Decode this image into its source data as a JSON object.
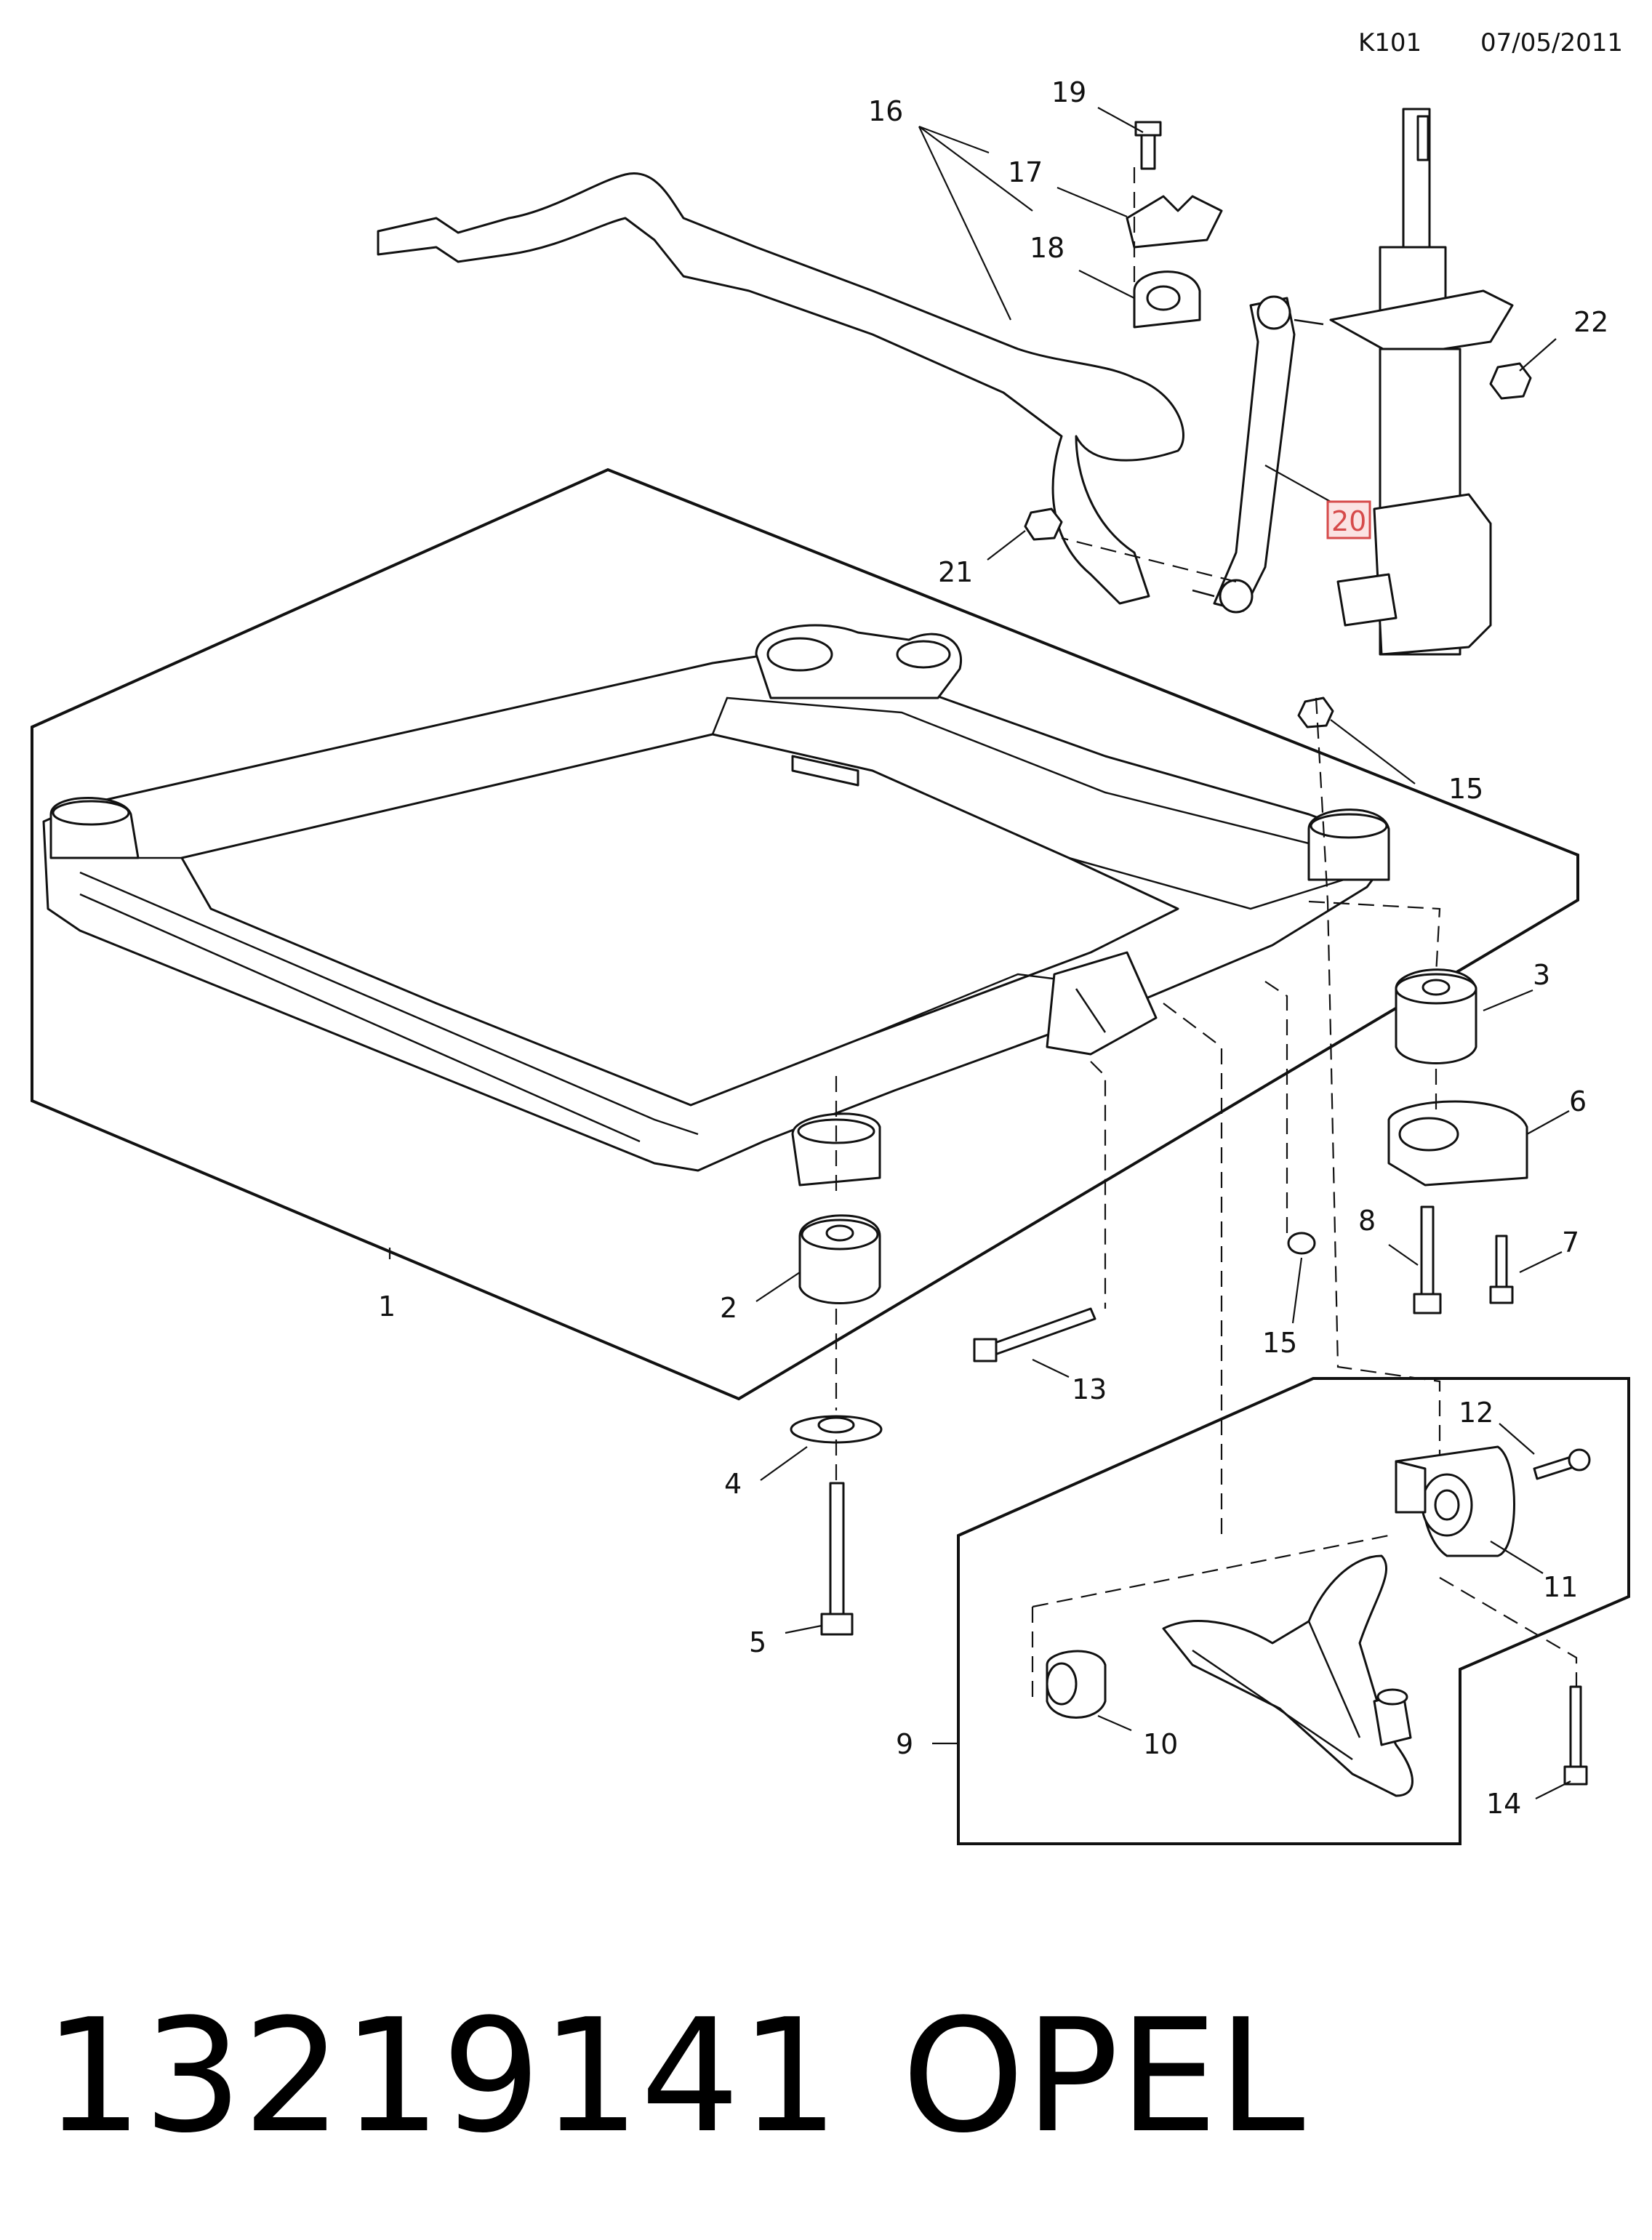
{
  "header": {
    "code": "K101",
    "date": "07/05/2011"
  },
  "footer": {
    "part_number": "13219141",
    "brand": "OPEL"
  },
  "highlight_color": "#d64a4a",
  "callouts": [
    {
      "id": "c1",
      "label": "1"
    },
    {
      "id": "c2",
      "label": "2"
    },
    {
      "id": "c3",
      "label": "3"
    },
    {
      "id": "c4",
      "label": "4"
    },
    {
      "id": "c5",
      "label": "5"
    },
    {
      "id": "c6",
      "label": "6"
    },
    {
      "id": "c7",
      "label": "7"
    },
    {
      "id": "c8",
      "label": "8"
    },
    {
      "id": "c9",
      "label": "9"
    },
    {
      "id": "c10",
      "label": "10"
    },
    {
      "id": "c11",
      "label": "11"
    },
    {
      "id": "c12",
      "label": "12"
    },
    {
      "id": "c13",
      "label": "13"
    },
    {
      "id": "c14",
      "label": "14"
    },
    {
      "id": "c15a",
      "label": "15"
    },
    {
      "id": "c15b",
      "label": "15"
    },
    {
      "id": "c16",
      "label": "16"
    },
    {
      "id": "c17",
      "label": "17"
    },
    {
      "id": "c18",
      "label": "18"
    },
    {
      "id": "c19",
      "label": "19"
    },
    {
      "id": "c20",
      "label": "20",
      "highlighted": true
    },
    {
      "id": "c21",
      "label": "21"
    },
    {
      "id": "c22",
      "label": "22"
    }
  ]
}
